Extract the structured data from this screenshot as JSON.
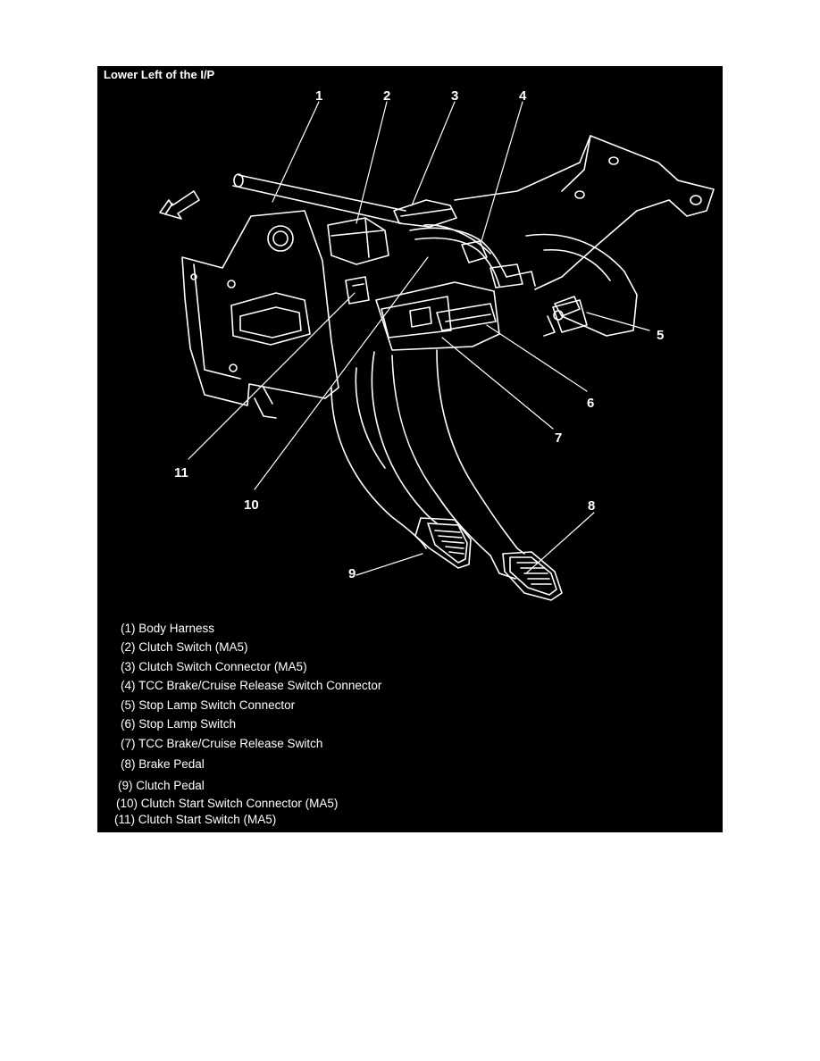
{
  "title": "Lower Left of the I/P",
  "callouts": [
    {
      "num": "1"
    },
    {
      "num": "2"
    },
    {
      "num": "3"
    },
    {
      "num": "4"
    },
    {
      "num": "5"
    },
    {
      "num": "6"
    },
    {
      "num": "7"
    },
    {
      "num": "8"
    },
    {
      "num": "9"
    },
    {
      "num": "10"
    },
    {
      "num": "11"
    }
  ],
  "legend": [
    "(1) Body Harness",
    "(2) Clutch Switch (MA5)",
    "(3) Clutch Switch Connector (MA5)",
    "(4) TCC Brake/Cruise Release Switch Connector",
    "(5) Stop Lamp Switch Connector",
    "(6) Stop Lamp Switch",
    "(7) TCC Brake/Cruise Release Switch",
    "(8) Brake Pedal",
    "(9) Clutch Pedal",
    "(10) Clutch Start Switch Connector (MA5)",
    "(11) Clutch Start Switch (MA5)"
  ],
  "colors": {
    "background": "#000000",
    "line": "#ffffff"
  }
}
